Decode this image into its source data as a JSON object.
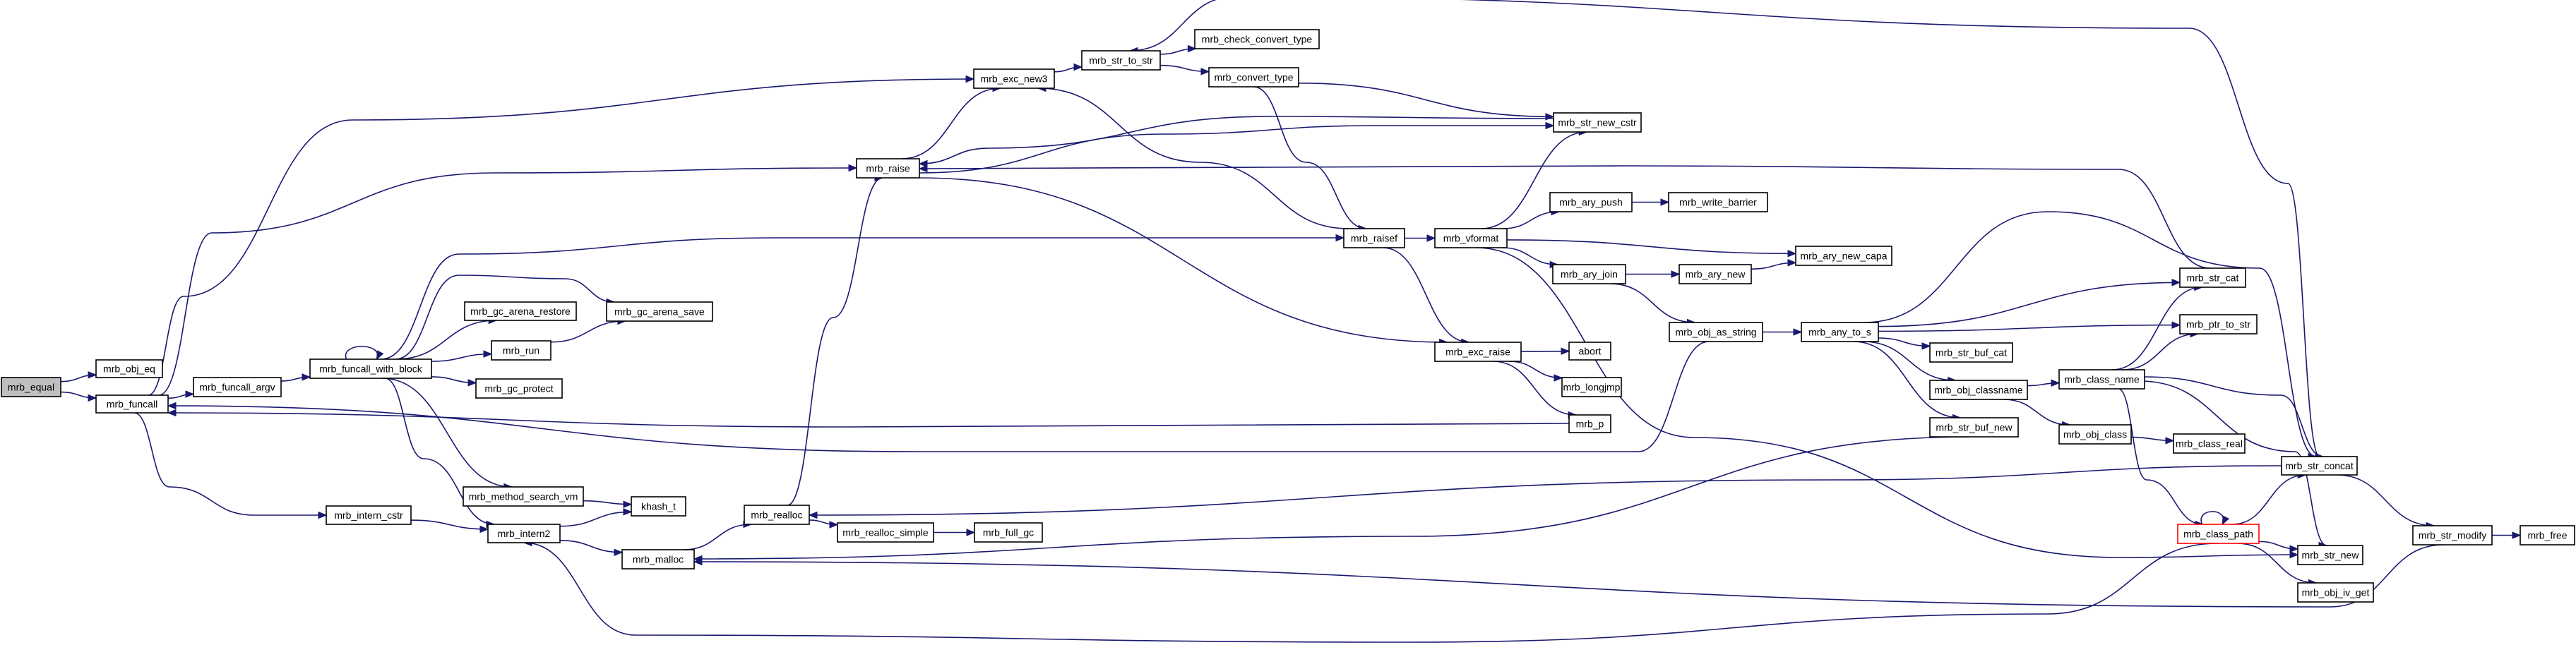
{
  "nodes": {
    "mrb_equal": "mrb_equal",
    "mrb_obj_eq": "mrb_obj_eq",
    "mrb_funcall": "mrb_funcall",
    "mrb_funcall_argv": "mrb_funcall_argv",
    "mrb_funcall_with_block": "mrb_funcall_with_block",
    "mrb_gc_arena_restore": "mrb_gc_arena_restore",
    "mrb_gc_arena_save": "mrb_gc_arena_save",
    "mrb_run": "mrb_run",
    "mrb_gc_protect": "mrb_gc_protect",
    "mrb_method_search_vm": "mrb_method_search_vm",
    "khash_t": "khash_t",
    "mrb_intern_cstr": "mrb_intern_cstr",
    "mrb_intern2": "mrb_intern2",
    "mrb_malloc": "mrb_malloc",
    "mrb_realloc": "mrb_realloc",
    "mrb_realloc_simple": "mrb_realloc_simple",
    "mrb_full_gc": "mrb_full_gc",
    "mrb_raise": "mrb_raise",
    "mrb_exc_new3": "mrb_exc_new3",
    "mrb_str_to_str": "mrb_str_to_str",
    "mrb_check_convert_type": "mrb_check_convert_type",
    "mrb_convert_type": "mrb_convert_type",
    "mrb_str_new_cstr": "mrb_str_new_cstr",
    "mrb_raisef": "mrb_raisef",
    "mrb_vformat": "mrb_vformat",
    "mrb_ary_push": "mrb_ary_push",
    "mrb_write_barrier": "mrb_write_barrier",
    "mrb_ary_new_capa": "mrb_ary_new_capa",
    "mrb_ary_join": "mrb_ary_join",
    "mrb_ary_new": "mrb_ary_new",
    "mrb_obj_as_string": "mrb_obj_as_string",
    "mrb_exc_raise": "mrb_exc_raise",
    "abort": "abort",
    "mrb_longjmp": "mrb_longjmp",
    "mrb_p": "mrb_p",
    "mrb_any_to_s": "mrb_any_to_s",
    "mrb_str_cat": "mrb_str_cat",
    "mrb_ptr_to_str": "mrb_ptr_to_str",
    "mrb_str_buf_cat": "mrb_str_buf_cat",
    "mrb_obj_classname": "mrb_obj_classname",
    "mrb_class_name": "mrb_class_name",
    "mrb_obj_class": "mrb_obj_class",
    "mrb_class_real": "mrb_class_real",
    "mrb_str_buf_new": "mrb_str_buf_new",
    "mrb_str_concat": "mrb_str_concat",
    "mrb_class_path": "mrb_class_path",
    "mrb_str_new": "mrb_str_new",
    "mrb_obj_iv_get": "mrb_obj_iv_get",
    "mrb_str_modify": "mrb_str_modify",
    "mrb_free": "mrb_free"
  },
  "edges": [
    [
      "mrb_equal",
      "mrb_obj_eq"
    ],
    [
      "mrb_equal",
      "mrb_funcall"
    ],
    [
      "mrb_funcall",
      "mrb_funcall_argv"
    ],
    [
      "mrb_funcall",
      "mrb_intern_cstr"
    ],
    [
      "mrb_funcall",
      "mrb_exc_new3"
    ],
    [
      "mrb_funcall",
      "mrb_raise"
    ],
    [
      "mrb_funcall_argv",
      "mrb_funcall_with_block"
    ],
    [
      "mrb_funcall_with_block",
      "mrb_funcall_with_block"
    ],
    [
      "mrb_funcall_with_block",
      "mrb_gc_arena_restore"
    ],
    [
      "mrb_funcall_with_block",
      "mrb_gc_arena_save"
    ],
    [
      "mrb_funcall_with_block",
      "mrb_run"
    ],
    [
      "mrb_funcall_with_block",
      "mrb_gc_protect"
    ],
    [
      "mrb_funcall_with_block",
      "mrb_method_search_vm"
    ],
    [
      "mrb_funcall_with_block",
      "mrb_intern2"
    ],
    [
      "mrb_funcall_with_block",
      "mrb_raisef"
    ],
    [
      "mrb_run",
      "mrb_gc_arena_save"
    ],
    [
      "mrb_method_search_vm",
      "khash_t"
    ],
    [
      "mrb_intern_cstr",
      "mrb_intern2"
    ],
    [
      "mrb_intern2",
      "khash_t"
    ],
    [
      "mrb_intern2",
      "mrb_malloc"
    ],
    [
      "mrb_malloc",
      "mrb_realloc"
    ],
    [
      "mrb_realloc",
      "mrb_realloc_simple"
    ],
    [
      "mrb_realloc",
      "mrb_raise"
    ],
    [
      "mrb_realloc_simple",
      "mrb_full_gc"
    ],
    [
      "mrb_raise",
      "mrb_exc_new3"
    ],
    [
      "mrb_raise",
      "mrb_str_new_cstr"
    ],
    [
      "mrb_raise",
      "mrb_exc_raise"
    ],
    [
      "mrb_exc_new3",
      "mrb_str_to_str"
    ],
    [
      "mrb_str_to_str",
      "mrb_check_convert_type"
    ],
    [
      "mrb_str_to_str",
      "mrb_convert_type"
    ],
    [
      "mrb_convert_type",
      "mrb_str_new_cstr"
    ],
    [
      "mrb_convert_type",
      "mrb_raisef"
    ],
    [
      "mrb_str_new_cstr",
      "mrb_raise"
    ],
    [
      "mrb_raisef",
      "mrb_exc_new3"
    ],
    [
      "mrb_raisef",
      "mrb_vformat"
    ],
    [
      "mrb_raisef",
      "mrb_exc_raise"
    ],
    [
      "mrb_vformat",
      "mrb_str_new_cstr"
    ],
    [
      "mrb_vformat",
      "mrb_ary_push"
    ],
    [
      "mrb_vformat",
      "mrb_ary_new_capa"
    ],
    [
      "mrb_vformat",
      "mrb_ary_join"
    ],
    [
      "mrb_vformat",
      "mrb_str_new"
    ],
    [
      "mrb_ary_push",
      "mrb_write_barrier"
    ],
    [
      "mrb_ary_join",
      "mrb_ary_new"
    ],
    [
      "mrb_ary_join",
      "mrb_obj_as_string"
    ],
    [
      "mrb_ary_new",
      "mrb_ary_new_capa"
    ],
    [
      "mrb_obj_as_string",
      "mrb_any_to_s"
    ],
    [
      "mrb_obj_as_string",
      "mrb_funcall"
    ],
    [
      "mrb_exc_raise",
      "abort"
    ],
    [
      "mrb_exc_raise",
      "mrb_longjmp"
    ],
    [
      "mrb_exc_raise",
      "mrb_p"
    ],
    [
      "mrb_p",
      "mrb_funcall"
    ],
    [
      "mrb_any_to_s",
      "mrb_str_cat"
    ],
    [
      "mrb_any_to_s",
      "mrb_ptr_to_str"
    ],
    [
      "mrb_any_to_s",
      "mrb_str_buf_cat"
    ],
    [
      "mrb_any_to_s",
      "mrb_obj_classname"
    ],
    [
      "mrb_any_to_s",
      "mrb_str_buf_new"
    ],
    [
      "mrb_any_to_s",
      "mrb_str_concat"
    ],
    [
      "mrb_str_cat",
      "mrb_raise"
    ],
    [
      "mrb_obj_classname",
      "mrb_class_name"
    ],
    [
      "mrb_obj_classname",
      "mrb_obj_class"
    ],
    [
      "mrb_obj_class",
      "mrb_class_real"
    ],
    [
      "mrb_class_name",
      "mrb_str_cat"
    ],
    [
      "mrb_class_name",
      "mrb_ptr_to_str"
    ],
    [
      "mrb_class_name",
      "mrb_class_path"
    ],
    [
      "mrb_class_name",
      "mrb_str_new"
    ],
    [
      "mrb_class_name",
      "mrb_str_concat"
    ],
    [
      "mrb_str_buf_new",
      "mrb_malloc"
    ],
    [
      "mrb_str_concat",
      "mrb_str_to_str"
    ],
    [
      "mrb_str_concat",
      "mrb_str_modify"
    ],
    [
      "mrb_str_concat",
      "mrb_realloc"
    ],
    [
      "mrb_class_path",
      "mrb_class_path"
    ],
    [
      "mrb_class_path",
      "mrb_str_new"
    ],
    [
      "mrb_class_path",
      "mrb_obj_iv_get"
    ],
    [
      "mrb_class_path",
      "mrb_str_concat"
    ],
    [
      "mrb_class_path",
      "mrb_intern2"
    ],
    [
      "mrb_str_modify",
      "mrb_free"
    ],
    [
      "mrb_str_modify",
      "mrb_malloc"
    ]
  ],
  "colors": {
    "edge": "#191970",
    "node_border": "#000000",
    "root_fill": "#bfbfbf",
    "truncated_border": "#ff0000"
  }
}
